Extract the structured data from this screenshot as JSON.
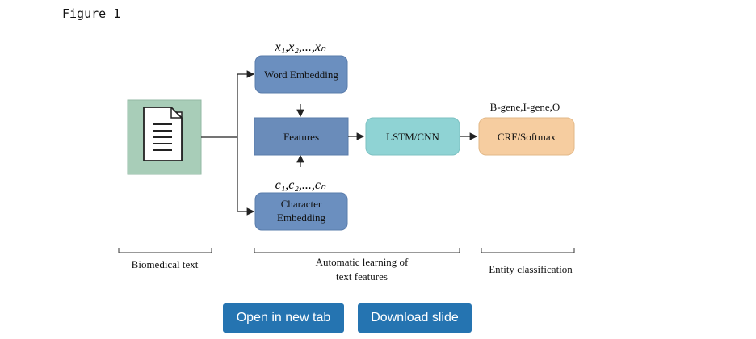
{
  "figure": {
    "title": "Figure 1"
  },
  "diagram": {
    "input_doc": {
      "icon": "document-icon"
    },
    "word_embedding": {
      "formula": "x₁,x₂,...,xₙ",
      "label": "Word Embedding"
    },
    "features": {
      "label": "Features"
    },
    "char_embedding": {
      "formula": "c₁,c₂,...,cₙ",
      "label_line1": "Character",
      "label_line2": "Embedding"
    },
    "lstm_cnn": {
      "label": "LSTM/CNN"
    },
    "crf_softmax": {
      "label": "CRF/Softmax",
      "output_tags": "B-gene,I-gene,O"
    },
    "stages": {
      "biomedical_text": "Biomedical text",
      "automatic_learning_line1": "Automatic learning of",
      "automatic_learning_line2": "text features",
      "entity_classification": "Entity classification"
    },
    "colors": {
      "doc_bg": "#a8cdb8",
      "embedding_blue": "#6b8fbf",
      "features_blue": "#6a8cba",
      "lstm_teal": "#8fd3d4",
      "crf_peach": "#f6cda0"
    }
  },
  "actions": {
    "open_label": "Open in new tab",
    "download_label": "Download slide"
  }
}
